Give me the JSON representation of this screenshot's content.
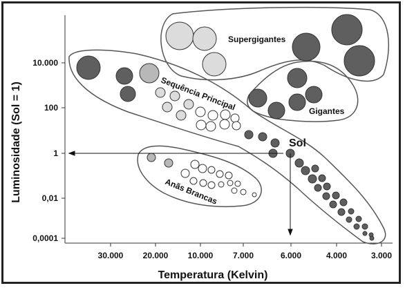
{
  "diagram": {
    "y_axis_title": "Luminosidade (Sol = 1)",
    "x_axis_title": "Temperatura (Kelvin)",
    "y_ticks": [
      "10.000",
      "100",
      "1",
      "0,01",
      "0,0001"
    ],
    "x_ticks": [
      "30.000",
      "20.000",
      "10.000",
      "7.000",
      "6.000",
      "4.000",
      "3.000"
    ],
    "regions": {
      "supergiants": "Supergigantes",
      "main_sequence": "Sequência Principal",
      "giants": "Gigantes",
      "white_dwarfs": "Anãs Brancas"
    },
    "sun_label": "Sol",
    "colors": {
      "dark_star": "#5f5f5f",
      "medium_star": "#b8b8b8",
      "light_star": "#dcdcdc",
      "white_star": "#ffffff",
      "outline": "#555555"
    }
  }
}
